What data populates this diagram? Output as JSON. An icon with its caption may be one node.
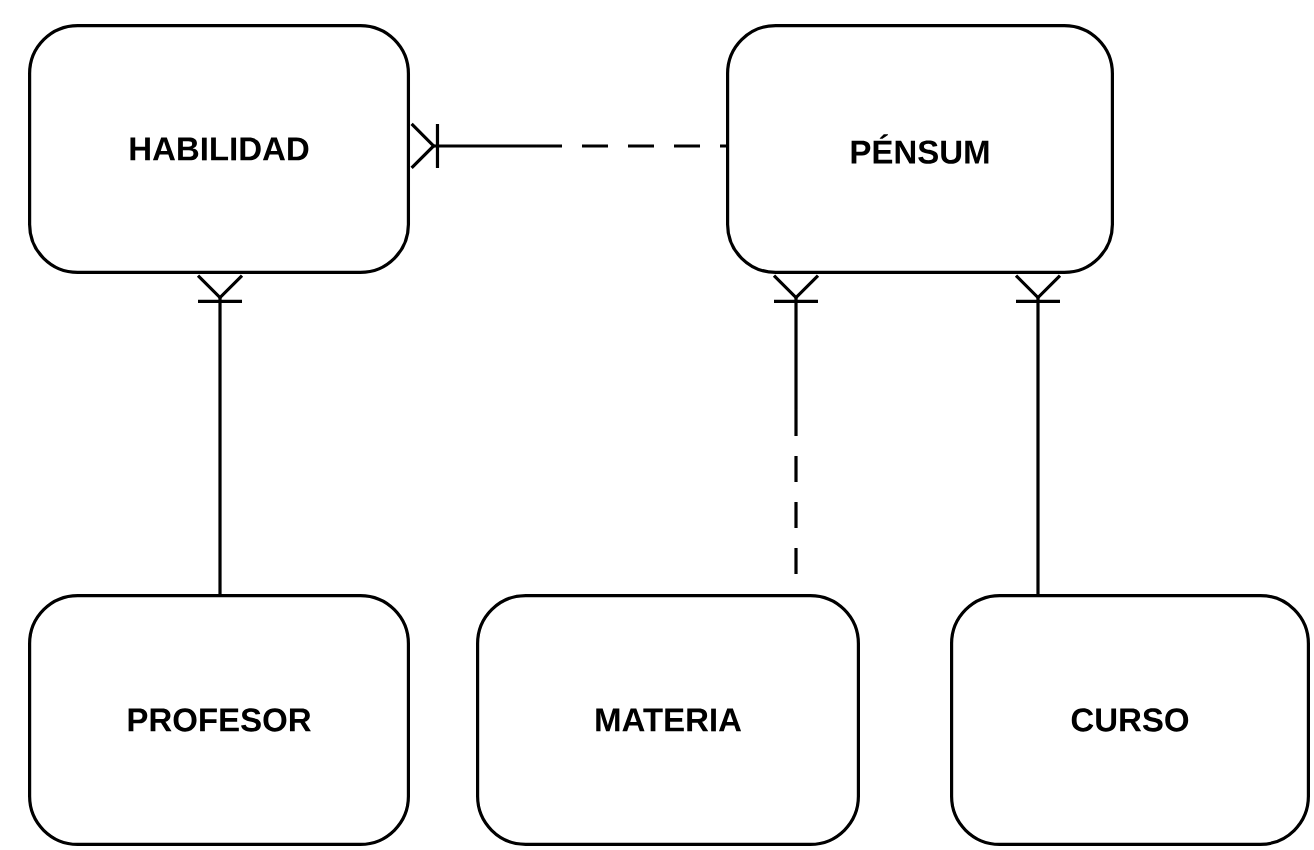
{
  "diagram": {
    "nodes": [
      {
        "text": [
          "HABILIDAD"
        ]
      },
      {
        "text": [
          "PÉNSUM"
        ]
      },
      {
        "text": [
          "PROFESOR"
        ]
      },
      {
        "text": [
          "MATERIA"
        ]
      },
      {
        "text": [
          "CURSO"
        ]
      }
    ],
    "edges": [
      {
        "from": 1,
        "to": 0,
        "arrow": "other",
        "style": "dashed"
      },
      {
        "from": 2,
        "to": 0,
        "arrow": "other"
      },
      {
        "from": 3,
        "to": 1,
        "arrow": "other",
        "style": "dashed"
      },
      {
        "from": 4,
        "to": 1,
        "arrow": "other"
      }
    ]
  }
}
